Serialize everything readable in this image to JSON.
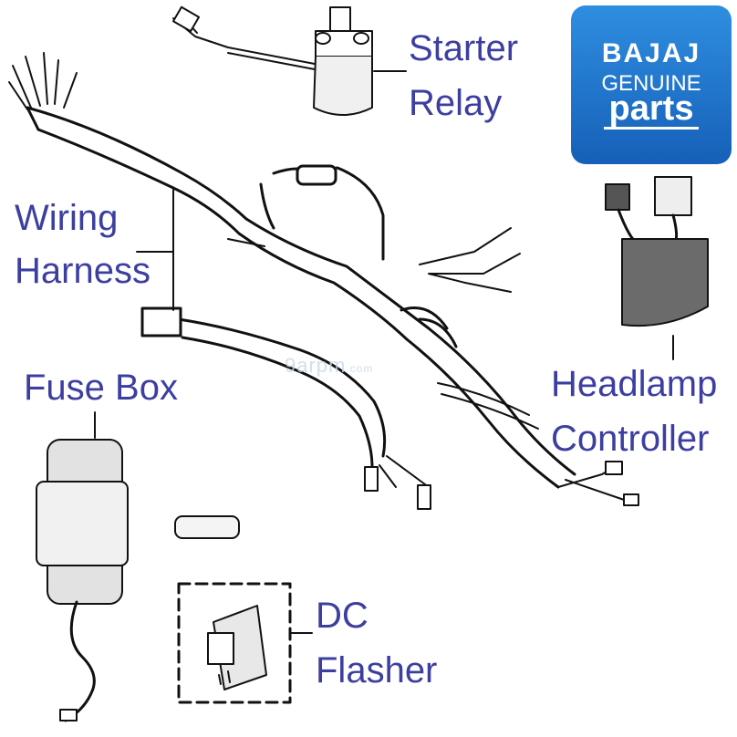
{
  "labels": {
    "starter_relay": [
      "Starter",
      "Relay"
    ],
    "wiring_harness": [
      "Wiring",
      "Harness"
    ],
    "fuse_box": [
      "Fuse Box"
    ],
    "headlamp_controller": [
      "Headlamp",
      "Controller"
    ],
    "dc_flasher": [
      "DC",
      "Flasher"
    ]
  },
  "logo": {
    "brand": "BAJAJ",
    "line2": "GENUINE",
    "line3": "parts"
  },
  "watermark": {
    "text": "9arpm",
    "suffix": ".com"
  },
  "colors": {
    "label": "#3d3fa0",
    "logo_top": "#2f8ee0",
    "logo_bottom": "#1560b8",
    "line": "#111111",
    "part_fill": "#e4e4e4",
    "controller_fill": "#6b6b6b"
  }
}
